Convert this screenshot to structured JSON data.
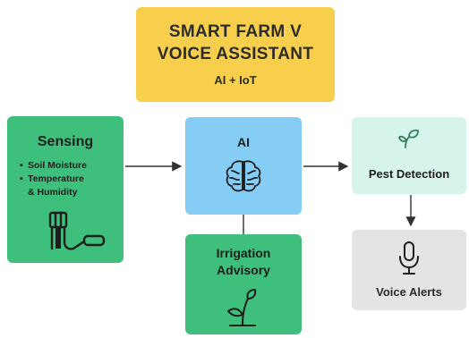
{
  "title": {
    "line1": "SMART FARM V",
    "line2": "VOICE ASSISTANT",
    "subtitle": "AI + IoT"
  },
  "nodes": {
    "sensing": {
      "label": "Sensing",
      "items": [
        "Soil Moisture",
        "Temperature",
        "& Humidity"
      ],
      "icon": "soil-sensor-icon"
    },
    "ai": {
      "label": "AI",
      "icon": "brain-icon"
    },
    "irrigation": {
      "label_line1": "Irrigation",
      "label_line2": "Advisory",
      "icon": "sprout-icon"
    },
    "pest": {
      "label": "Pest Detection",
      "icon": "leaf-icon"
    },
    "voice": {
      "label": "Voice Alerts",
      "icon": "microphone-icon"
    }
  },
  "edges": [
    {
      "from": "sensing",
      "to": "ai",
      "arrow": true
    },
    {
      "from": "ai",
      "to": "pest",
      "arrow": true
    },
    {
      "from": "ai",
      "to": "irrigation",
      "arrow": false
    },
    {
      "from": "pest",
      "to": "voice",
      "arrow": true
    }
  ],
  "colors": {
    "title_bg": "#f7cf4d",
    "sensing_bg": "#3fbf7c",
    "ai_bg": "#86cdf5",
    "irrigation_bg": "#3fbf7c",
    "pest_bg": "#d7f4ec",
    "voice_bg": "#e3e4e5",
    "connector": "#333333"
  }
}
